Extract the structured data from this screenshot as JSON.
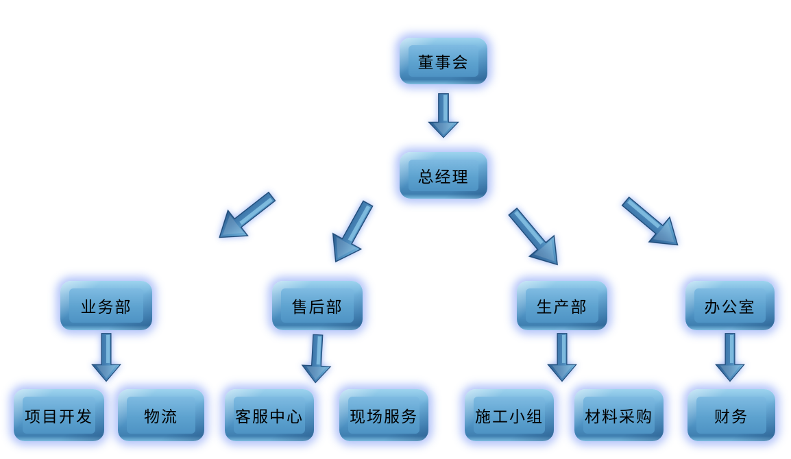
{
  "org_chart": {
    "type": "org-tree",
    "labels": {
      "board": "董事会",
      "general_manager": "总经理",
      "business_dept": "业务部",
      "after_sales_dept": "售后部",
      "production_dept": "生产部",
      "office": "办公室",
      "project_development": "项目开发",
      "logistics": "物流",
      "customer_service_center": "客服中心",
      "field_service": "现场服务",
      "construction_team": "施工小组",
      "material_procurement": "材料采购",
      "finance": "财务"
    },
    "hierarchy": {
      "label": "董事会",
      "children": [
        {
          "label": "总经理",
          "children": [
            {
              "label": "业务部",
              "children": [
                {
                  "label": "项目开发"
                },
                {
                  "label": "物流"
                }
              ]
            },
            {
              "label": "售后部",
              "children": [
                {
                  "label": "客服中心"
                },
                {
                  "label": "现场服务"
                }
              ]
            },
            {
              "label": "生产部",
              "children": [
                {
                  "label": "施工小组"
                },
                {
                  "label": "材料采购"
                }
              ]
            },
            {
              "label": "办公室",
              "children": [
                {
                  "label": "财务"
                }
              ]
            }
          ]
        }
      ]
    },
    "edges": [
      {
        "from": "董事会",
        "to": "总经理"
      },
      {
        "from": "总经理",
        "to": "业务部"
      },
      {
        "from": "总经理",
        "to": "售后部"
      },
      {
        "from": "总经理",
        "to": "生产部"
      },
      {
        "from": "总经理",
        "to": "办公室"
      },
      {
        "from": "业务部",
        "to": "项目开发 / 物流"
      },
      {
        "from": "售后部",
        "to": "客服中心 / 现场服务"
      },
      {
        "from": "生产部",
        "to": "施工小组 / 材料采购"
      },
      {
        "from": "办公室",
        "to": "财务"
      }
    ],
    "colors": {
      "background": "#ffffff",
      "box_face": "#5d9fcd",
      "box_top_highlight": "#9ed4ef",
      "box_bottom_shade": "#3f7fb0",
      "outer_glow": "#a5b9f8",
      "arrow_dark": "#2b5d90",
      "arrow_light": "#7ab7de",
      "text": "#000000"
    }
  }
}
